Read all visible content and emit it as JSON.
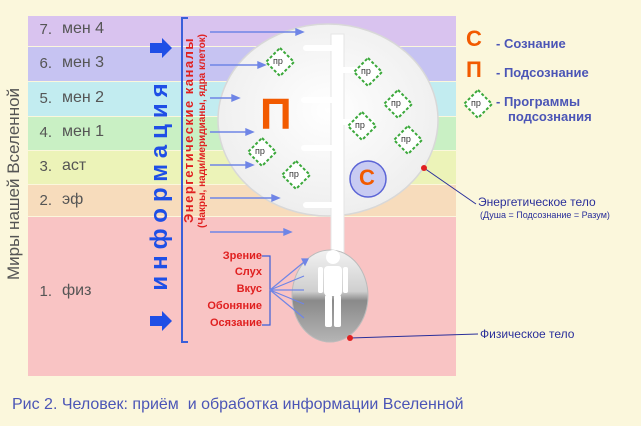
{
  "levels": [
    {
      "num": "7.",
      "name": "мен 4",
      "color": "#d9c3ef"
    },
    {
      "num": "6.",
      "name": "мен 3",
      "color": "#c6c3f2"
    },
    {
      "num": "5.",
      "name": "мен 2",
      "color": "#c2ecf0"
    },
    {
      "num": "4.",
      "name": "мен 1",
      "color": "#c9f0c4"
    },
    {
      "num": "3.",
      "name": "аст",
      "color": "#ecf3b8"
    },
    {
      "num": "2.",
      "name": "эф",
      "color": "#f7dcbc"
    },
    {
      "num": "1.",
      "name": "физ",
      "color": "#f9c4c4"
    }
  ],
  "vertical_title": "Миры нашей Вселенной",
  "information_label": "информация",
  "channels_label": "Энергетические каналы",
  "channels_sub": "(Чакры, нади/меридианы, ядра клеток)",
  "subconscious_letter": "П",
  "conscious_letter": "С",
  "program_label": "пр",
  "legend": {
    "c_letter": "С",
    "c_text": "- Сознание",
    "p_letter": "П",
    "p_text": "- Подсознание",
    "prog_line1": "- Программы",
    "prog_line2": "подсознания"
  },
  "senses": [
    "Зрение",
    "Слух",
    "Вкус",
    "Обоняние",
    "Осязание"
  ],
  "energy_body": "Энергетическое тело",
  "energy_body_sub": "(Душа = Подсознание = Разум)",
  "physical_body": "Физическое тело",
  "caption": "Рис 2. Человек: приём  и обработка информации Вселенной",
  "colors": {
    "accent": "#f25a00",
    "legend_blue": "#4b55b6",
    "red": "#e02020",
    "arrow_blue": "#1f4fe6",
    "program_green": "#3aa83a"
  }
}
